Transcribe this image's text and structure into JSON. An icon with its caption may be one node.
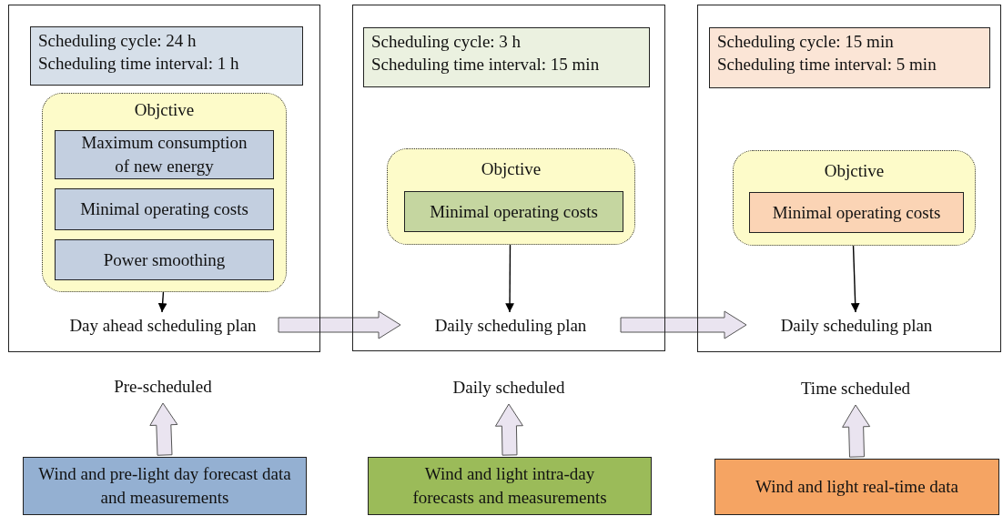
{
  "diagram": {
    "nodes": [
      {
        "text": [],
        "shape": "box"
      },
      {
        "text": [
          "Scheduling cycle: 24 h",
          "Scheduling time interval: 1 h"
        ],
        "in": 0
      },
      {
        "text": [
          "Objctive"
        ],
        "in": 0
      },
      {
        "text": [
          "Maximum consumption of new energy"
        ],
        "in": 2
      },
      {
        "text": [
          "Minimal operating costs"
        ],
        "in": 2
      },
      {
        "text": [
          "Power smoothing"
        ],
        "in": 2
      },
      {
        "text": [
          "Day ahead scheduling plan"
        ],
        "in": 0
      },
      {
        "text": [],
        "shape": "box"
      },
      {
        "text": [
          "Scheduling cycle: 3 h",
          "Scheduling time interval: 15 min"
        ],
        "in": 7
      },
      {
        "text": [
          "Objctive"
        ],
        "in": 7
      },
      {
        "text": [
          "Minimal operating costs"
        ],
        "in": 9
      },
      {
        "text": [
          "Daily scheduling plan"
        ],
        "in": 7
      },
      {
        "text": [],
        "shape": "box"
      },
      {
        "text": [
          "Scheduling cycle: 15 min",
          "Scheduling time interval: 5 min"
        ],
        "in": 12
      },
      {
        "text": [
          "Objctive"
        ],
        "in": 12
      },
      {
        "text": [
          "Minimal operating costs"
        ],
        "in": 14
      },
      {
        "text": [
          "Daily scheduling plan"
        ],
        "in": 12
      },
      {
        "text": [
          "Pre-scheduled"
        ]
      },
      {
        "text": [
          "Daily scheduled"
        ]
      },
      {
        "text": [
          "Time scheduled"
        ]
      },
      {
        "text": [
          "Wind and pre-light day forecast data and measurements"
        ]
      },
      {
        "text": [
          "Wind and light intra-day forecasts and measurements"
        ]
      },
      {
        "text": [
          "Wind and light real-time data"
        ]
      }
    ],
    "edges": [
      {
        "from": 2,
        "to": 6,
        "arrow": "to"
      },
      {
        "from": 9,
        "to": 11,
        "arrow": "to"
      },
      {
        "from": 14,
        "to": 16,
        "arrow": "to"
      },
      {
        "from": 6,
        "to": 11,
        "arrow": "to",
        "style": "thick"
      },
      {
        "from": 11,
        "to": 16,
        "arrow": "to",
        "style": "thick"
      },
      {
        "from": 20,
        "to": 17,
        "arrow": "to",
        "style": "thick"
      },
      {
        "from": 21,
        "to": 18,
        "arrow": "to",
        "style": "thick"
      },
      {
        "from": 22,
        "to": 19,
        "arrow": "to",
        "style": "thick"
      }
    ]
  }
}
